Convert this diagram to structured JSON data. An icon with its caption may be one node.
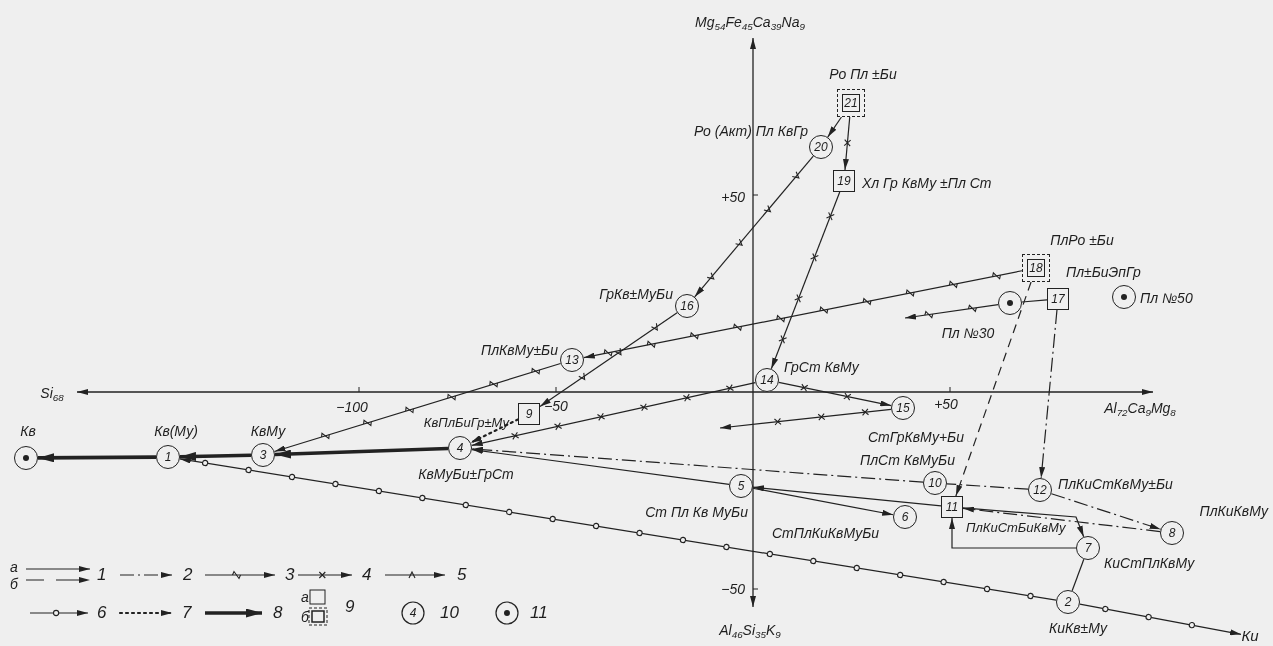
{
  "diagram": {
    "nodes": [
      {
        "text": [],
        "shape": "circle",
        "beside": [
          "Кв"
        ]
      },
      {
        "text": [
          "1"
        ],
        "beside": [
          "Кв(Му)"
        ]
      },
      {
        "text": [
          "3"
        ],
        "beside": [
          "КвМу"
        ]
      },
      {
        "text": [
          "4"
        ],
        "beside": [
          "КвМуБи±ГрСт"
        ]
      },
      {
        "text": [
          "9"
        ],
        "beside": [
          "КвПлБиГр±Му"
        ]
      },
      {
        "text": [
          "13"
        ],
        "beside": [
          "ПлКвМу±Би"
        ]
      },
      {
        "text": [
          "16"
        ],
        "beside": [
          "ГрКв±МуБи"
        ]
      },
      {
        "text": [
          "20"
        ],
        "beside": [
          "Ро (Акт) Пл КвГр"
        ]
      },
      {
        "text": [
          "21"
        ],
        "beside": [
          "Ро Пл ±Би"
        ]
      },
      {
        "text": [
          "19"
        ],
        "beside": [
          "Хл Гр КвМу ±Пл Ст"
        ]
      },
      {
        "text": [
          "14"
        ],
        "beside": [
          "ГрСт КвМу"
        ]
      },
      {
        "text": [
          "15"
        ],
        "beside": [
          "СтГрКвМу+Би"
        ]
      },
      {
        "text": [
          "18"
        ],
        "beside": [
          "ПлРо ±Би"
        ]
      },
      {
        "text": [],
        "shape": "circle",
        "beside": [
          "Пл №30"
        ]
      },
      {
        "text": [
          "17"
        ],
        "beside": [
          "Пл±БиЭпГр"
        ]
      },
      {
        "text": [],
        "shape": "circle",
        "beside": [
          "Пл №50"
        ]
      },
      {
        "text": [
          "5"
        ],
        "beside": [
          "Ст Пл Кв МуБи"
        ]
      },
      {
        "text": [
          "10"
        ],
        "beside": [
          "ПлСт КвМуБи"
        ]
      },
      {
        "text": [
          "11"
        ],
        "beside": [
          "ПлКиСтБиКвМу"
        ]
      },
      {
        "text": [
          "12"
        ],
        "beside": [
          "ПлКиСтКвМу±Би"
        ]
      },
      {
        "text": [
          "6"
        ],
        "beside": [
          "СтПлКиКвМуБи"
        ]
      },
      {
        "text": [
          "8"
        ],
        "beside": [
          "ПлКиКвМу"
        ]
      },
      {
        "text": [
          "7"
        ],
        "beside": [
          "КиСтПлКвМу"
        ]
      },
      {
        "text": [
          "2"
        ],
        "beside": [
          "КиКв±Му"
        ]
      },
      {
        "text": [
          "Ки"
        ]
      }
    ],
    "edges": [
      {
        "from": 1,
        "to": 0,
        "arrow": "to",
        "style": "thick"
      },
      {
        "from": 2,
        "to": 1,
        "arrow": "to",
        "style": "thick"
      },
      {
        "from": 3,
        "to": 2,
        "arrow": "to",
        "style": "thick"
      },
      {
        "from": 5,
        "to": 2,
        "arrow": "to"
      },
      {
        "from": 12,
        "to": 5,
        "arrow": "to"
      },
      {
        "from": 14,
        "to": 13,
        "arrow": "none"
      },
      {
        "from": 13,
        "to": null,
        "arrow": "to"
      },
      {
        "from": 8,
        "to": 7,
        "arrow": "to"
      },
      {
        "from": 8,
        "to": 9,
        "arrow": "to"
      },
      {
        "from": 9,
        "to": 10,
        "arrow": "to"
      },
      {
        "from": 10,
        "to": 11,
        "arrow": "to"
      },
      {
        "from": 10,
        "to": 3,
        "arrow": "to"
      },
      {
        "from": 11,
        "to": null,
        "arrow": "to"
      },
      {
        "from": 7,
        "to": 6,
        "arrow": "to"
      },
      {
        "from": 6,
        "to": 4,
        "arrow": "to"
      },
      {
        "from": 4,
        "to": 3,
        "arrow": "to",
        "style": "dashed"
      },
      {
        "from": 12,
        "to": 18,
        "arrow": "to",
        "style": "dashed"
      },
      {
        "from": 14,
        "to": 19,
        "arrow": "to",
        "style": "dashed"
      },
      {
        "from": 19,
        "to": 21,
        "arrow": "to",
        "style": "dashed"
      },
      {
        "from": 21,
        "to": 18,
        "arrow": "to",
        "style": "dashed"
      },
      {
        "from": 19,
        "to": 17,
        "arrow": "none",
        "style": "dashed"
      },
      {
        "from": 17,
        "to": 3,
        "arrow": "to",
        "style": "dashed"
      },
      {
        "from": 18,
        "to": 16,
        "arrow": "to"
      },
      {
        "from": 16,
        "to": 3,
        "arrow": "to"
      },
      {
        "from": 16,
        "to": 20,
        "arrow": "to"
      },
      {
        "from": 18,
        "to": 22,
        "arrow": "to"
      },
      {
        "from": 22,
        "to": 18,
        "arrow": "to"
      },
      {
        "from": 22,
        "to": 23,
        "arrow": "none"
      },
      {
        "from": 23,
        "to": 1,
        "arrow": "to"
      },
      {
        "from": 23,
        "to": 24,
        "arrow": "to"
      }
    ],
    "labels": [
      "Mg$_{54}$Fe$_{45}$Ca$_{39}$Na$_{9}$",
      "+50",
      "Si$_{68}$",
      "−100",
      "−50",
      "+50",
      "Al$_{72}$Ca$_{9}$Mg$_{8}$",
      "−50",
      "Al$_{46}$Si$_{35}$K$_{9}$",
      "а",
      "б",
      "а",
      "б",
      "4"
    ],
    "legend": [
      {
        "text": "1"
      },
      {
        "text": "2"
      },
      {
        "text": "3"
      },
      {
        "text": "4"
      },
      {
        "text": "5"
      },
      {
        "text": "6"
      },
      {
        "text": "7"
      },
      {
        "text": "8"
      },
      {
        "text": "9"
      },
      {
        "text": "10"
      },
      {
        "text": "11"
      }
    ]
  }
}
